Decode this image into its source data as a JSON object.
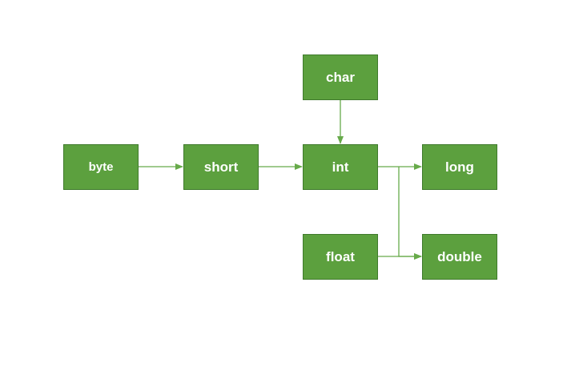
{
  "colors": {
    "node_fill": "#5ca03e",
    "node_border": "#3f7a2c",
    "node_text": "#ffffff",
    "edge": "#67aa4a",
    "background": "#ffffff"
  },
  "nodes": {
    "byte": "byte",
    "short": "short",
    "char": "char",
    "int": "int",
    "long": "long",
    "float": "float",
    "double": "double"
  },
  "edges": [
    {
      "from": "byte",
      "to": "short"
    },
    {
      "from": "short",
      "to": "int"
    },
    {
      "from": "char",
      "to": "int"
    },
    {
      "from": "int",
      "to": "long"
    },
    {
      "from": "int",
      "to": "double"
    },
    {
      "from": "float",
      "to": "double"
    }
  ]
}
